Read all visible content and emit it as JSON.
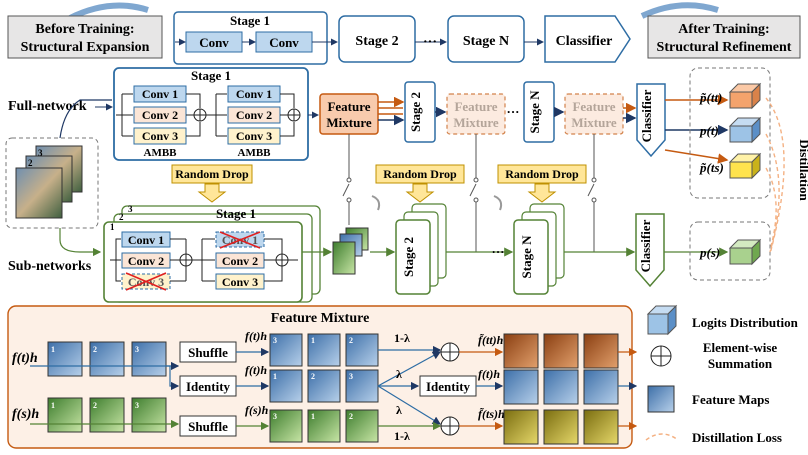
{
  "top": {
    "before_line1": "Before Training:",
    "before_line2": "Structural Expansion",
    "after_line1": "After Training:",
    "after_line2": "Structural Refinement",
    "stage1": "Stage 1",
    "conv": "Conv",
    "stage2": "Stage 2",
    "ellipsis": "···",
    "stageN": "Stage N",
    "classifier": "Classifier"
  },
  "full": {
    "row_label": "Full-network",
    "stage1": "Stage 1",
    "conv1": "Conv 1",
    "conv2": "Conv 2",
    "conv3": "Conv 3",
    "ambb": "AMBB",
    "fm_line1": "Feature",
    "fm_line2": "Mixture",
    "stage2": "Stage 2",
    "stageN": "Stage N",
    "classifier": "Classifier",
    "ellipsis": "···"
  },
  "sub": {
    "row_label": "Sub-networks",
    "random_drop": "Random Drop",
    "stage1": "Stage 1",
    "stage2": "Stage 2",
    "stageN": "Stage N",
    "classifier": "Classifier",
    "conv1": "Conv 1",
    "conv2": "Conv 2",
    "conv3": "Conv 3",
    "n1": "1",
    "n2": "2",
    "n3": "3",
    "ellipsis": "···"
  },
  "outputs": {
    "p_tt": "p̃(tt)",
    "p_t": "p(t)",
    "p_ts": "p̃(ts)",
    "p_s": "p(s)",
    "distillation": "Distillation"
  },
  "mixture": {
    "title": "Feature Mixture",
    "f_t": "f(t)h",
    "f_s": "f(s)h",
    "shuffle": "Shuffle",
    "identity": "Identity",
    "one_minus_lambda": "1-λ",
    "lambda": "λ",
    "f_tt": "f̃(tt)h",
    "f_ts": "f̃(ts)h",
    "num1": "1",
    "num2": "2",
    "num3": "3"
  },
  "legend": {
    "logits": "Logits Distribution",
    "sum_line1": "Element-wise",
    "sum_line2": "Summation",
    "fmaps": "Feature Maps",
    "dloss": "Distillation Loss"
  },
  "colors": {
    "blue": "#2e6da4",
    "green": "#548235",
    "orange": "#c55a11",
    "light_blue": "#9dc3e6",
    "light_green": "#c5e0b4",
    "light_orange": "#f8cbad",
    "peach": "#fbe5d6",
    "yellow": "#ffe699"
  }
}
